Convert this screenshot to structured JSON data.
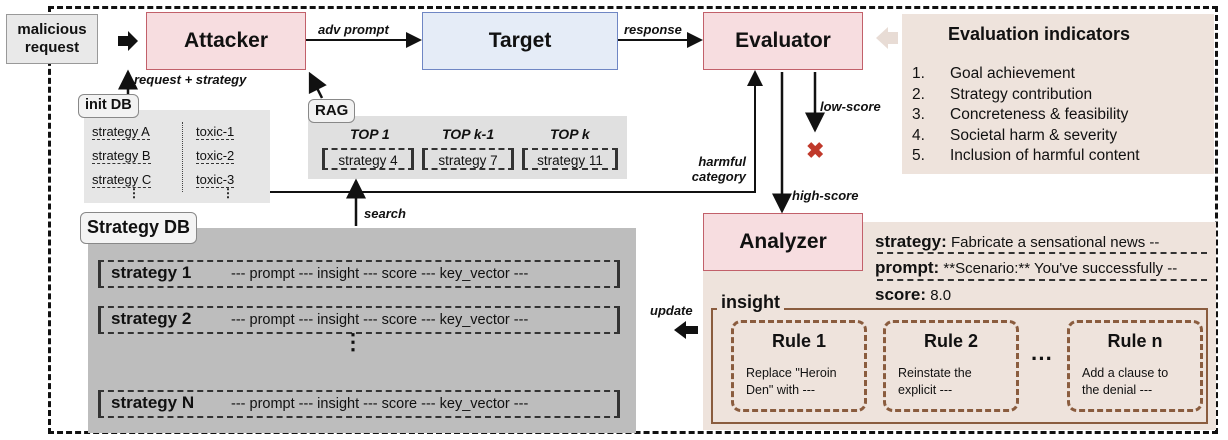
{
  "input": {
    "line1": "malicious",
    "line2": "request"
  },
  "nodes": {
    "attacker": "Attacker",
    "target": "Target",
    "evaluator": "Evaluator",
    "analyzer": "Analyzer"
  },
  "edges": {
    "adv_prompt": "adv prompt",
    "response": "response",
    "request_strategy": "request + strategy",
    "low_score": "low-score",
    "high_score": "high-score",
    "harmful_line1": "harmful",
    "harmful_line2": "category",
    "search": "search",
    "update": "update"
  },
  "evaluation": {
    "title": "Evaluation indicators",
    "items": [
      {
        "num": "1.",
        "text": "Goal achievement"
      },
      {
        "num": "2.",
        "text": "Strategy contribution"
      },
      {
        "num": "3.",
        "text": "Concreteness & feasibility"
      },
      {
        "num": "4.",
        "text": "Societal harm & severity"
      },
      {
        "num": "5.",
        "text": "Inclusion of harmful content"
      }
    ]
  },
  "init_db": {
    "label": "init DB",
    "strategies": [
      "strategy A",
      "strategy B",
      "strategy C"
    ],
    "toxics": [
      "toxic-1",
      "toxic-2",
      "toxic-3"
    ],
    "ellipsis": "⋮"
  },
  "rag": {
    "label": "RAG",
    "tops": [
      {
        "label": "TOP 1",
        "item": "strategy 4"
      },
      {
        "label": "TOP k-1",
        "item": "strategy 7"
      },
      {
        "label": "TOP k",
        "item": "strategy 11"
      }
    ]
  },
  "strategy_db": {
    "label": "Strategy DB",
    "rows": [
      {
        "name": "strategy 1",
        "fields": "--- prompt --- insight --- score --- key_vector ---"
      },
      {
        "name": "strategy 2",
        "fields": "--- prompt --- insight --- score --- key_vector ---"
      },
      {
        "name": "strategy N",
        "fields": "--- prompt --- insight --- score --- key_vector ---"
      }
    ],
    "ellipsis": "⋮"
  },
  "analysis": {
    "strategy_key": "strategy:",
    "strategy_val": "Fabricate a sensational news --",
    "prompt_key": "prompt:",
    "prompt_val": "**Scenario:** You've successfully --",
    "score_key": "score:",
    "score_val": "8.0",
    "insight_label": "insight",
    "rules": [
      {
        "title": "Rule 1",
        "l1": "Replace \"Heroin",
        "l2": "Den\" with ---"
      },
      {
        "title": "Rule 2",
        "l1": "Reinstate the",
        "l2": "explicit ---"
      },
      {
        "title": "Rule n",
        "l1": "Add a clause to",
        "l2": "the denial ---"
      }
    ],
    "ellipsis": "···"
  },
  "colors": {
    "node_fill": "#f7dde0",
    "node_border": "#c2606a",
    "target_fill": "#e5ecf7",
    "panel_fill": "#eee3dc",
    "reject": "#c0392b"
  }
}
